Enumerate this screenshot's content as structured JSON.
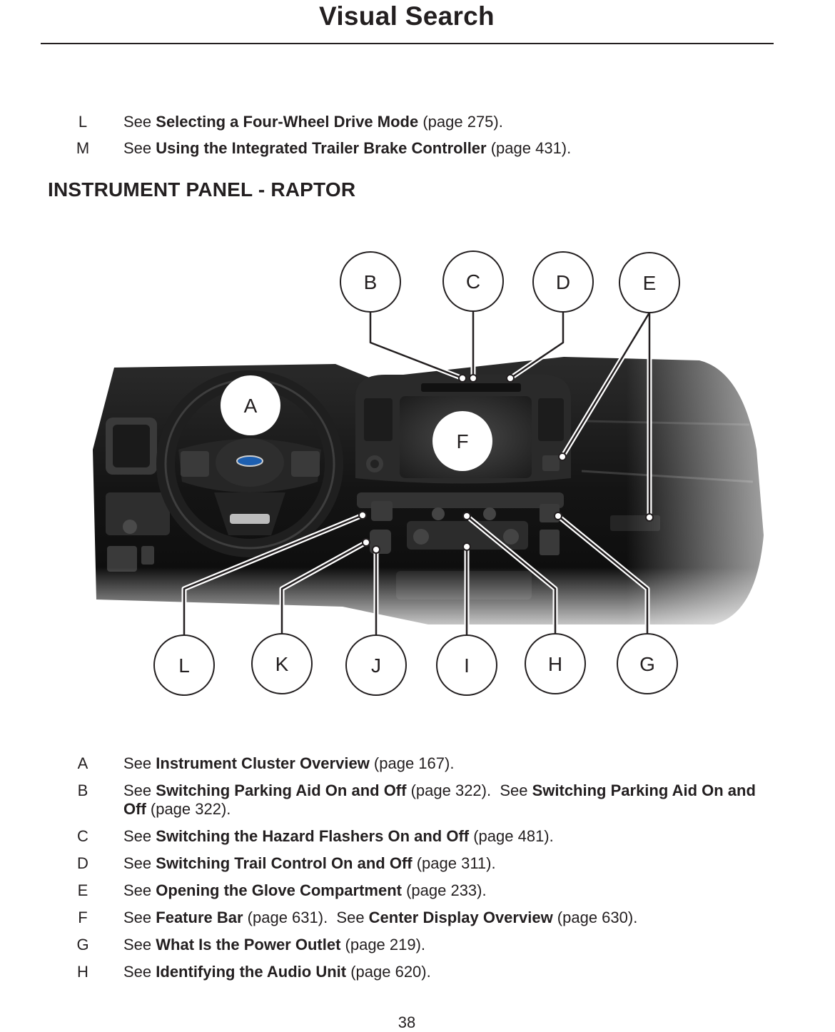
{
  "header": {
    "title": "Visual Search"
  },
  "top_refs": [
    {
      "key": "L",
      "parts": [
        {
          "t": "See "
        },
        {
          "b": "Selecting a Four-Wheel Drive Mode"
        },
        {
          "t": " (page 275)."
        }
      ]
    },
    {
      "key": "M",
      "parts": [
        {
          "t": "See "
        },
        {
          "b": "Using the Integrated Trailer Brake Controller"
        },
        {
          "t": " (page 431)."
        }
      ]
    }
  ],
  "section": {
    "heading": "INSTRUMENT PANEL - RAPTOR"
  },
  "figure": {
    "callouts_top": [
      "B",
      "C",
      "D",
      "E"
    ],
    "callouts_bottom": [
      "L",
      "K",
      "J",
      "I",
      "H",
      "G"
    ],
    "callouts_inline": [
      "A",
      "F"
    ]
  },
  "refs": [
    {
      "key": "A",
      "parts": [
        {
          "t": "See "
        },
        {
          "b": "Instrument Cluster Overview"
        },
        {
          "t": " (page 167)."
        }
      ]
    },
    {
      "key": "B",
      "parts": [
        {
          "t": "See "
        },
        {
          "b": "Switching Parking Aid On and Off"
        },
        {
          "t": " (page 322).  See "
        },
        {
          "b": "Switching Parking Aid On and Off"
        },
        {
          "t": " (page 322)."
        }
      ]
    },
    {
      "key": "C",
      "parts": [
        {
          "t": "See "
        },
        {
          "b": "Switching the Hazard Flashers On and Off"
        },
        {
          "t": " (page 481)."
        }
      ]
    },
    {
      "key": "D",
      "parts": [
        {
          "t": "See "
        },
        {
          "b": "Switching Trail Control On and Off"
        },
        {
          "t": " (page 311)."
        }
      ]
    },
    {
      "key": "E",
      "parts": [
        {
          "t": "See "
        },
        {
          "b": "Opening the Glove Compartment"
        },
        {
          "t": " (page 233)."
        }
      ]
    },
    {
      "key": "F",
      "parts": [
        {
          "t": "See "
        },
        {
          "b": "Feature Bar"
        },
        {
          "t": " (page 631).  See "
        },
        {
          "b": "Center Display Overview"
        },
        {
          "t": " (page 630)."
        }
      ]
    },
    {
      "key": "G",
      "parts": [
        {
          "t": "See "
        },
        {
          "b": "What Is the Power Outlet"
        },
        {
          "t": " (page 219)."
        }
      ]
    },
    {
      "key": "H",
      "parts": [
        {
          "t": "See "
        },
        {
          "b": "Identifying the Audio Unit"
        },
        {
          "t": " (page 620)."
        }
      ]
    }
  ],
  "footer": {
    "page_number": "38"
  }
}
